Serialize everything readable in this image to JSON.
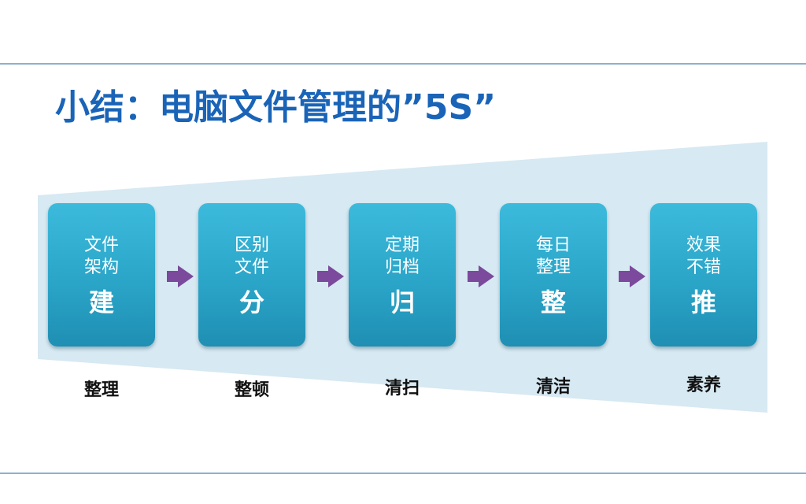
{
  "slide": {
    "title": "小结：电脑文件管理的”5S”"
  },
  "colors": {
    "title": "#1a64b8",
    "box": "#2aa5c8",
    "arrow": "#7b4a9c",
    "funnel": "#d7e9f2",
    "rule": "#8fb0cf"
  },
  "steps": [
    {
      "line1": "文件",
      "line2": "架构",
      "key": "建",
      "caption": "整理"
    },
    {
      "line1": "区别",
      "line2": "文件",
      "key": "分",
      "caption": "整顿"
    },
    {
      "line1": "定期",
      "line2": "归档",
      "key": "归",
      "caption": "清扫"
    },
    {
      "line1": "每日",
      "line2": "整理",
      "key": "整",
      "caption": "清洁"
    },
    {
      "line1": "效果",
      "line2": "不错",
      "key": "推",
      "caption": "素养"
    }
  ],
  "arrows": [
    "arrow-right-icon",
    "arrow-right-icon",
    "arrow-right-icon",
    "arrow-right-icon"
  ]
}
